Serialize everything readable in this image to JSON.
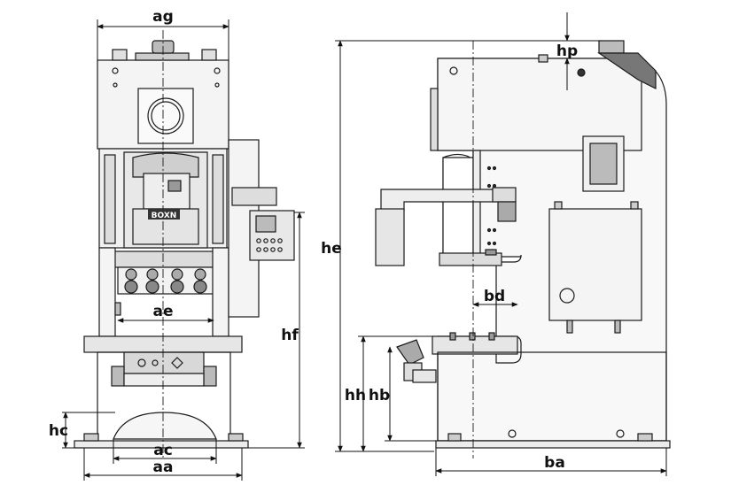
{
  "figure": {
    "brand_plate": "BOXN",
    "dimension_labels": {
      "ag": "ag",
      "ae": "ae",
      "hc": "hc",
      "ac": "ac",
      "aa": "aa",
      "hf": "hf",
      "hp": "hp",
      "he": "he",
      "bd": "bd",
      "hh": "hh",
      "hb": "hb",
      "ba": "ba"
    }
  },
  "colors": {
    "line": "#1a1a1a",
    "fill_light": "#f2f2f2",
    "fill_mid": "#d8d8d8",
    "fill_dark": "#7a7a7a",
    "plate": "#333333"
  }
}
